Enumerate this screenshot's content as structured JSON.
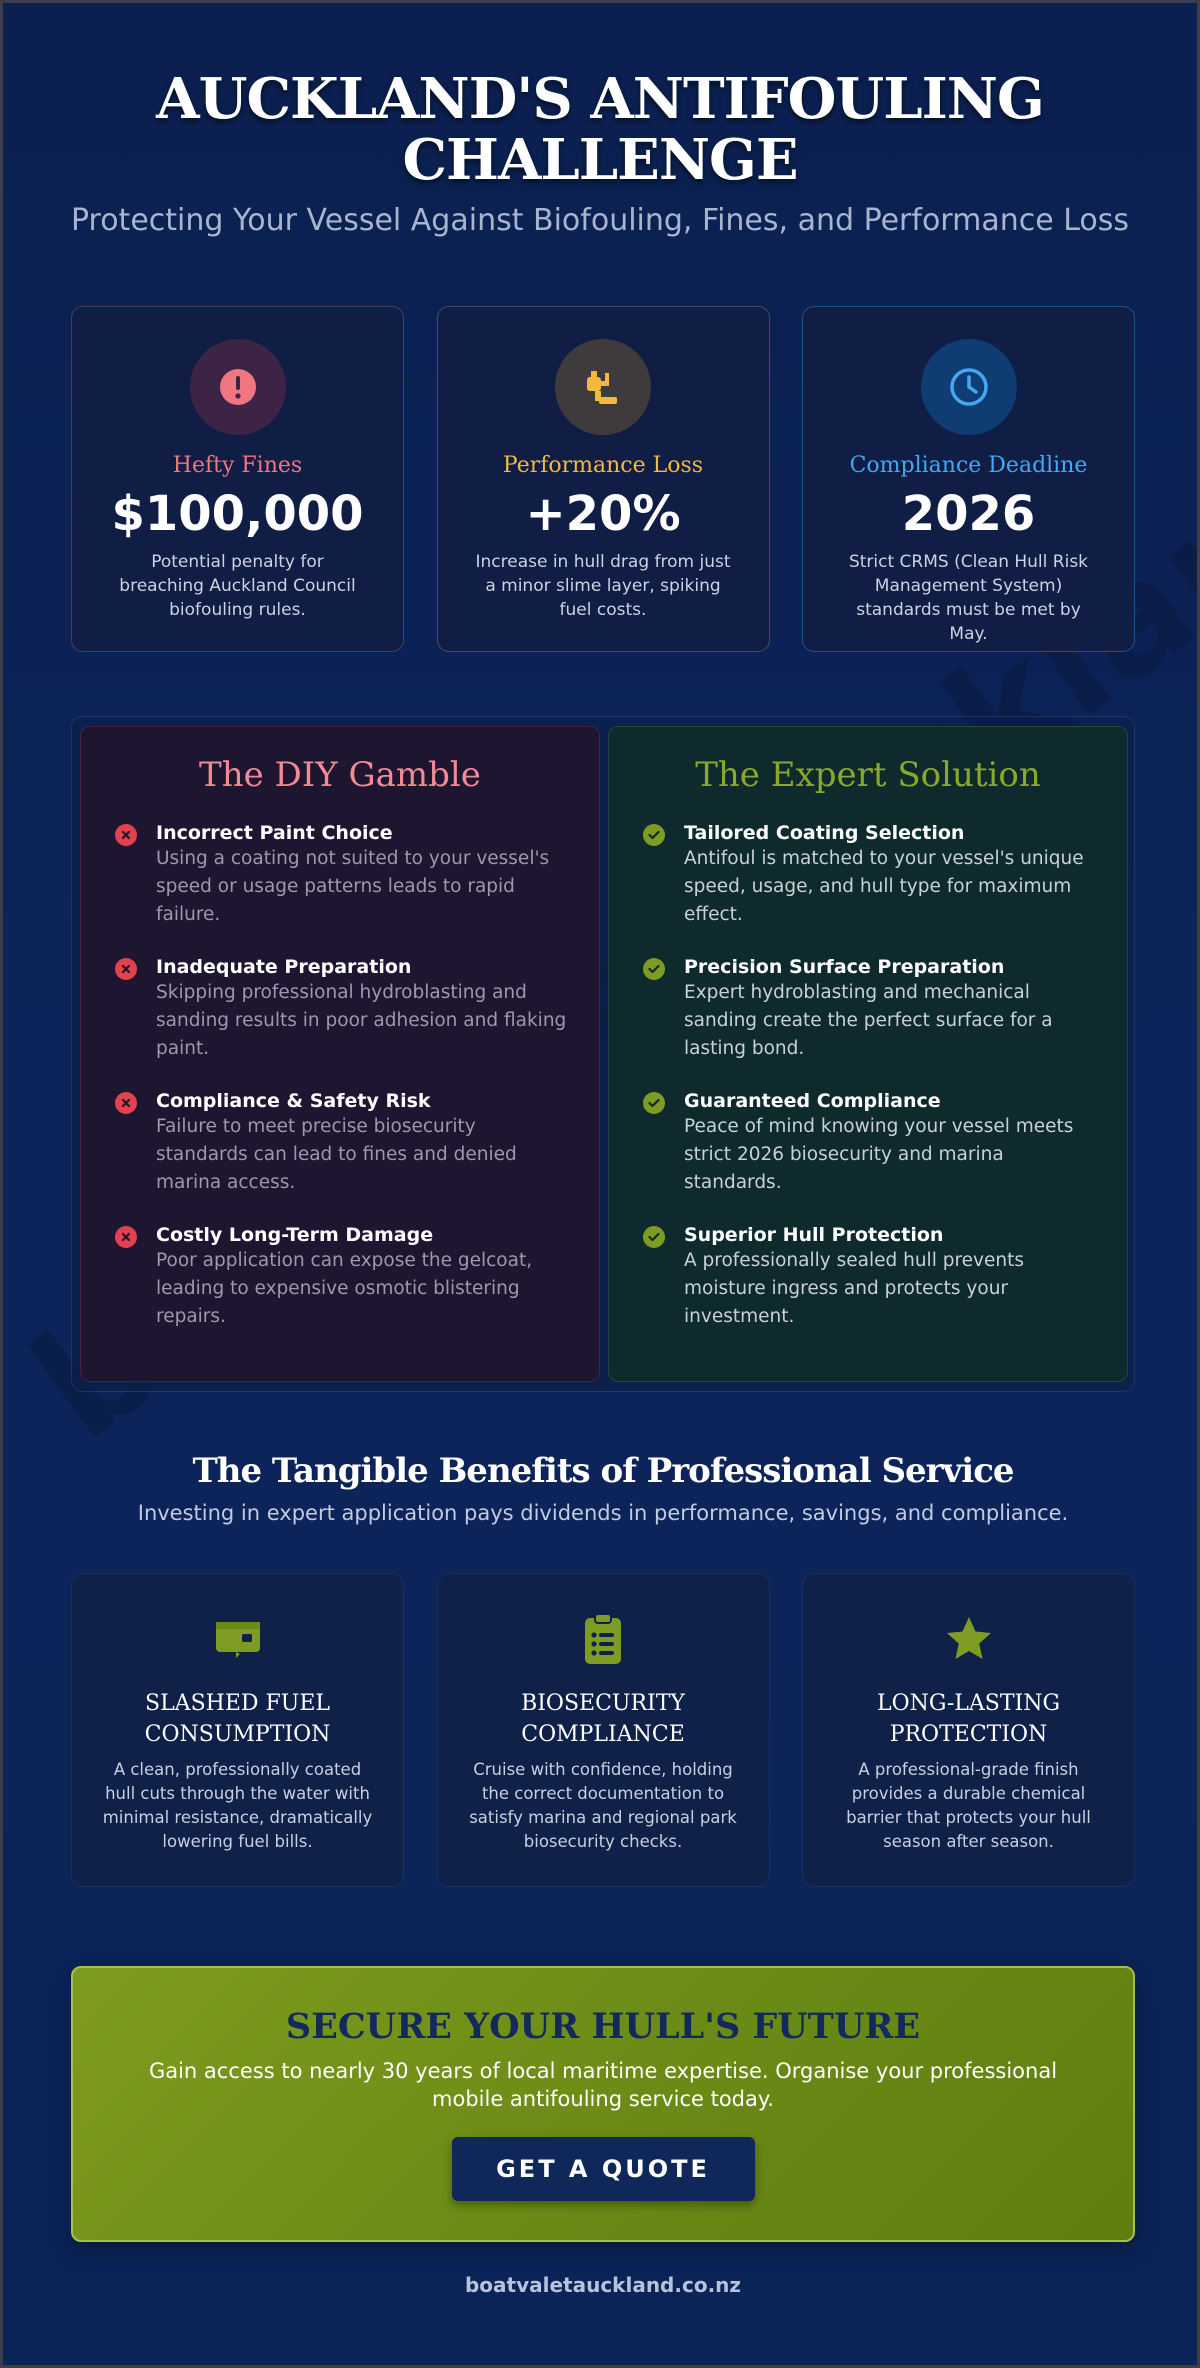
{
  "hero": {
    "title": "AUCKLAND'S ANTIFOULING CHALLENGE",
    "subtitle": "Protecting Your Vessel Against Biofouling, Fines, and Performance Loss"
  },
  "stats": [
    {
      "label": "Hefty Fines",
      "value": "$100,000",
      "desc": "Potential penalty for breaching Auckland Council biofouling rules.",
      "icon": "exclamation-icon",
      "color": "#f07682"
    },
    {
      "label": "Performance Loss",
      "value": "+20%",
      "desc": "Increase in hull drag from just a minor slime layer, spiking fuel costs.",
      "icon": "gas-pump-icon",
      "color": "#f4b93a"
    },
    {
      "label": "Compliance Deadline",
      "value": "2026",
      "desc": "Strict CRMS (Clean Hull Risk Management System) standards must be met by May.",
      "icon": "clock-icon",
      "color": "#43a8f0"
    }
  ],
  "diy": {
    "title": "The DIY Gamble",
    "items": [
      {
        "title": "Incorrect Paint Choice",
        "desc": "Using a coating not suited to your vessel's speed or usage patterns leads to rapid failure."
      },
      {
        "title": "Inadequate Preparation",
        "desc": "Skipping professional hydroblasting and sanding results in poor adhesion and flaking paint."
      },
      {
        "title": "Compliance & Safety Risk",
        "desc": "Failure to meet precise biosecurity standards can lead to fines and denied marina access."
      },
      {
        "title": "Costly Long-Term Damage",
        "desc": "Poor application can expose the gelcoat, leading to expensive osmotic blistering repairs."
      }
    ]
  },
  "expert": {
    "title": "The Expert Solution",
    "items": [
      {
        "title": "Tailored Coating Selection",
        "desc": "Antifoul is matched to your vessel's unique speed, usage, and hull type for maximum effect."
      },
      {
        "title": "Precision Surface Preparation",
        "desc": "Expert hydroblasting and mechanical sanding create the perfect surface for a lasting bond."
      },
      {
        "title": "Guaranteed Compliance",
        "desc": "Peace of mind knowing your vessel meets strict 2026 biosecurity and marina standards."
      },
      {
        "title": "Superior Hull Protection",
        "desc": "A professionally sealed hull prevents moisture ingress and protects your investment."
      }
    ]
  },
  "benefits": {
    "title": "The Tangible Benefits of Professional Service",
    "subtitle": "Investing in expert application pays dividends in performance, savings, and compliance.",
    "cards": [
      {
        "title": "SLASHED FUEL CONSUMPTION",
        "desc": "A clean, professionally coated hull cuts through the water with minimal resistance, dramatically lowering fuel bills.",
        "icon": "wallet-icon"
      },
      {
        "title": "BIOSECURITY COMPLIANCE",
        "desc": "Cruise with confidence, holding the correct documentation to satisfy marina and regional park biosecurity checks.",
        "icon": "clipboard-list-icon"
      },
      {
        "title": "LONG-LASTING PROTECTION",
        "desc": "A professional-grade finish provides a durable chemical barrier that protects your hull season after season.",
        "icon": "star-icon"
      }
    ]
  },
  "cta": {
    "title": "SECURE YOUR HULL'S FUTURE",
    "text": "Gain access to nearly 30 years of local maritime expertise. Organise your professional mobile antifouling service today.",
    "button": "GET A QUOTE"
  },
  "footer": "boatvaletauckland.co.nz",
  "watermark": "boatvaletauckland.co.nz",
  "colors": {
    "accent_green": "#7e9c24",
    "accent_red": "#e2414d",
    "navy": "#0b2356"
  }
}
